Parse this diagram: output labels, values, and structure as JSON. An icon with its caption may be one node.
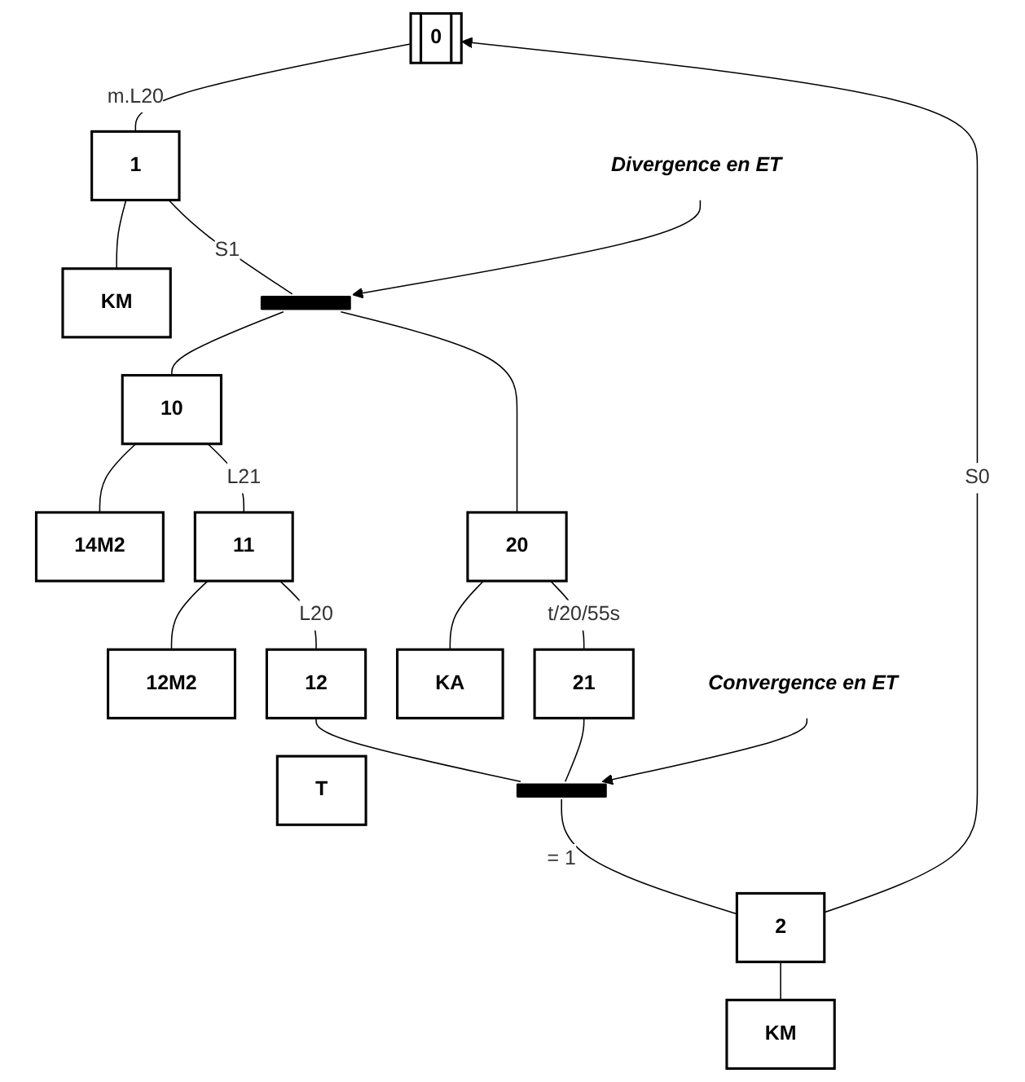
{
  "diagram": {
    "nodes": [
      {
        "text": [
          "0"
        ]
      },
      {
        "text": [
          "1"
        ]
      },
      {
        "text": [
          "KM"
        ]
      },
      {
        "text": [
          "Divergence en ET"
        ]
      },
      {
        "text": [],
        "shape": "bar"
      },
      {
        "text": [
          "10"
        ]
      },
      {
        "text": [
          "14M2"
        ]
      },
      {
        "text": [
          "20"
        ]
      },
      {
        "text": [
          "KA"
        ]
      },
      {
        "text": [
          "T"
        ]
      },
      {
        "text": [
          "11"
        ]
      },
      {
        "text": [
          "12M2"
        ]
      },
      {
        "text": [
          "12"
        ]
      },
      {
        "text": [
          "21"
        ]
      },
      {
        "text": [],
        "shape": "bar"
      },
      {
        "text": [
          "Convergence en ET"
        ]
      },
      {
        "text": [
          "2"
        ]
      },
      {
        "text": [
          "KM"
        ]
      }
    ],
    "edges": [
      {
        "from": 0,
        "to": 1,
        "arrow": "none",
        "label": "m.L20"
      },
      {
        "from": 1,
        "to": 2,
        "arrow": "none"
      },
      {
        "from": 1,
        "to": 4,
        "arrow": "none",
        "label": "S1"
      },
      {
        "from": 3,
        "to": 4,
        "arrow": "to"
      },
      {
        "from": 4,
        "to": 5,
        "arrow": "none"
      },
      {
        "from": 4,
        "to": 7,
        "arrow": "none"
      },
      {
        "from": 5,
        "to": 6,
        "arrow": "none"
      },
      {
        "from": 7,
        "to": 8,
        "arrow": "none"
      },
      {
        "from": 5,
        "to": 10,
        "arrow": "none",
        "label": "L21"
      },
      {
        "from": 10,
        "to": 11,
        "arrow": "none"
      },
      {
        "from": 10,
        "to": 12,
        "arrow": "none",
        "label": "L20"
      },
      {
        "from": 7,
        "to": 13,
        "arrow": "none",
        "label": "t/20/55s"
      },
      {
        "from": 12,
        "to": 14,
        "arrow": "none"
      },
      {
        "from": 13,
        "to": 14,
        "arrow": "none"
      },
      {
        "from": 15,
        "to": 14,
        "arrow": "to"
      },
      {
        "from": 14,
        "to": 16,
        "arrow": "none",
        "label": "= 1"
      },
      {
        "from": 16,
        "to": 17,
        "arrow": "none"
      },
      {
        "from": 16,
        "to": 0,
        "arrow": "to",
        "label": "S0"
      }
    ]
  }
}
